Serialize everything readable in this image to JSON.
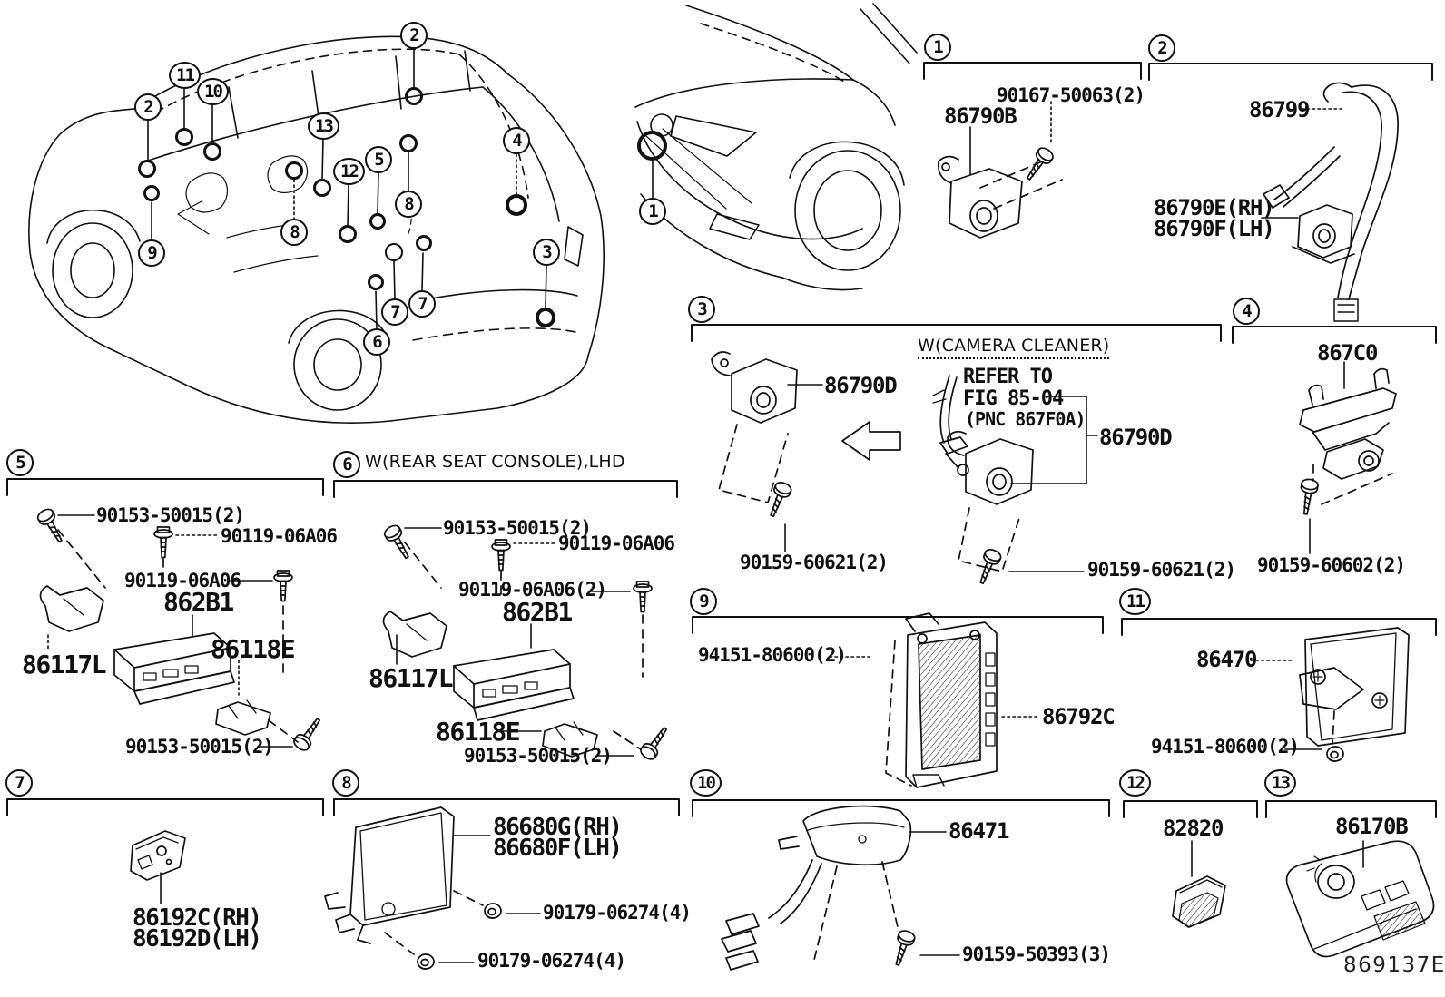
{
  "figure": {
    "code": "869137E"
  },
  "colors": {
    "ink": "#111111",
    "background": "#ffffff"
  },
  "vehicle_callouts": {
    "c2a": "2",
    "c11": "11",
    "c10": "10",
    "c2b": "2",
    "c13": "13",
    "c5": "5",
    "c12": "12",
    "c8a": "8",
    "c8b": "8",
    "c9": "9",
    "c4": "4",
    "c3": "3",
    "c7a": "7",
    "c7b": "7",
    "c6": "6",
    "c1": "1"
  },
  "sections": {
    "s1": {
      "num": "1",
      "parts": {
        "main": "86790B",
        "screw": "90167-50063(2)"
      }
    },
    "s2": {
      "num": "2",
      "parts": {
        "cable": "86799",
        "rh": "86790E(RH)",
        "lh": "86790F(LH)"
      }
    },
    "s3": {
      "num": "3",
      "note_title": "W(CAMERA CLEANER)",
      "note_line1": "REFER TO",
      "note_line2": "FIG 85-04",
      "note_line3": "(PNC 867F0A)",
      "parts": {
        "camera_left": "86790D",
        "camera_right": "86790D",
        "screw_left": "90159-60621(2)",
        "screw_right": "90159-60621(2)"
      }
    },
    "s4": {
      "num": "4",
      "parts": {
        "main": "867C0",
        "screw": "90159-60602(2)"
      }
    },
    "s5": {
      "num": "5",
      "parts": {
        "screw_top": "90153-50015(2)",
        "bolt_top": "90119-06A06",
        "bolt_mid": "90119-06A06",
        "main": "862B1",
        "bracket_left": "86117L",
        "bracket_right": "86118E",
        "screw_bottom": "90153-50015(2)"
      }
    },
    "s6": {
      "num": "6",
      "title": "W(REAR SEAT CONSOLE),LHD",
      "parts": {
        "screw_top": "90153-50015(2)",
        "bolt_top": "90119-06A06",
        "bolt_mid": "90119-06A06(2)",
        "main": "862B1",
        "bracket_left": "86117L",
        "bracket_right": "86118E",
        "screw_bottom": "90153-50015(2)"
      }
    },
    "s7": {
      "num": "7",
      "parts": {
        "rh": "86192C(RH)",
        "lh": "86192D(LH)"
      }
    },
    "s8": {
      "num": "8",
      "parts": {
        "rh": "86680G(RH)",
        "lh": "86680F(LH)",
        "clip_top": "90179-06274(4)",
        "clip_bottom": "90179-06274(4)"
      }
    },
    "s9": {
      "num": "9",
      "parts": {
        "clip": "94151-80600(2)",
        "main": "86792C"
      }
    },
    "s10": {
      "num": "10",
      "parts": {
        "main": "86471",
        "screw": "90159-50393(3)"
      }
    },
    "s11": {
      "num": "11",
      "parts": {
        "main": "86470",
        "clip": "94151-80600(2)"
      }
    },
    "s12": {
      "num": "12",
      "parts": {
        "main": "82820"
      }
    },
    "s13": {
      "num": "13",
      "parts": {
        "main": "86170B"
      }
    }
  }
}
